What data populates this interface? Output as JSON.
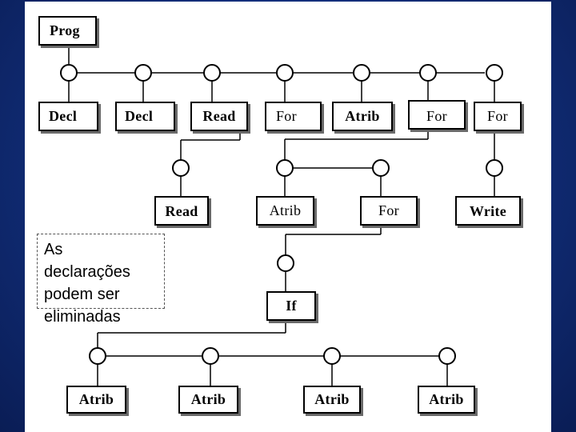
{
  "nodes": {
    "prog": "Prog",
    "decl_1": "Decl",
    "decl_2": "Decl",
    "read_1": "Read",
    "for_1": "For",
    "atrib_1": "Atrib",
    "for_2": "For",
    "for_3": "For",
    "read_2": "Read",
    "atrib_2": "Atrib",
    "for_4": "For",
    "write": "Write",
    "if": "If",
    "atrib_3": "Atrib",
    "atrib_4": "Atrib",
    "atrib_5": "Atrib",
    "atrib_6": "Atrib"
  },
  "note": {
    "text": "As\ndeclarações\npodem ser\neliminadas"
  },
  "colors": {
    "slide_background": "#12307e",
    "panel": "#ffffff",
    "box_shadow": "#6a6a6a"
  }
}
